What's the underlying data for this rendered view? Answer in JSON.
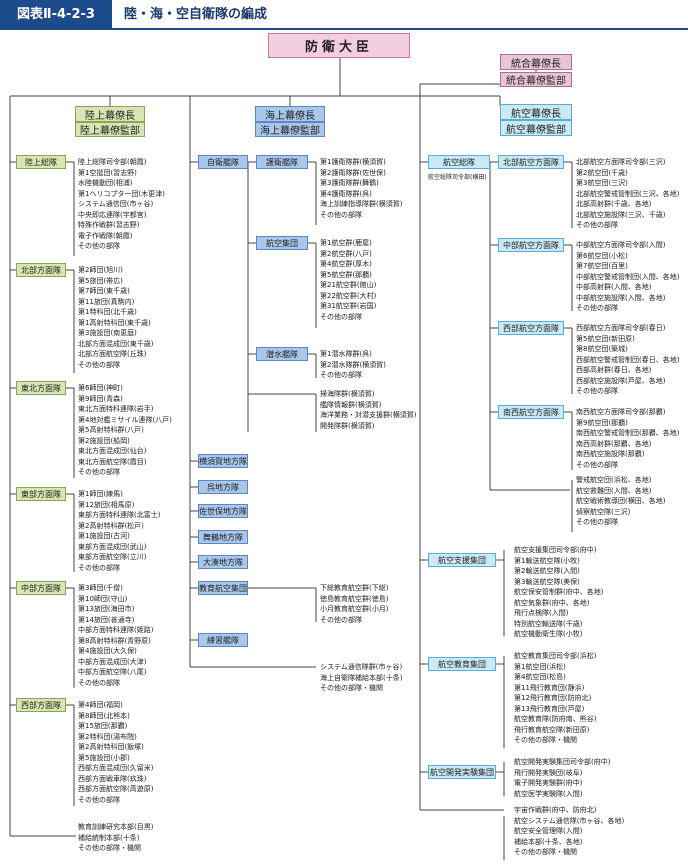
{
  "header": {
    "tag": "図表Ⅱ-4-2-3",
    "title": "陸・海・空自衛隊の編成"
  },
  "minister": "防衛大臣",
  "joint": {
    "chief": "統合幕僚長",
    "staff": "統合幕僚監部"
  },
  "gsdf": {
    "chief": "陸上幕僚長",
    "staff": "陸上幕僚監部",
    "units": [
      {
        "label": "陸上総隊",
        "items": [
          "陸上総隊司令部(朝霞)",
          "第1空挺団(習志野)",
          "水陸機動団(相浦)",
          "第1ヘリコプター団(木更津)",
          "システム通信団(市ヶ谷)",
          "中央即応連隊(宇都宮)",
          "特殊作戦群(習志野)",
          "電子作戦隊(朝霞)",
          "その他の部隊"
        ]
      },
      {
        "label": "北部方面隊",
        "items": [
          "第2師団(旭川)",
          "第5旅団(帯広)",
          "第7師団(東千歳)",
          "第11旅団(真駒内)",
          "第1特科団(北千歳)",
          "第1高射特科団(東千歳)",
          "第3施設団(南恵庭)",
          "北部方面混成団(東千歳)",
          "北部方面航空隊(丘珠)",
          "その他の部隊"
        ]
      },
      {
        "label": "東北方面隊",
        "items": [
          "第6師団(神町)",
          "第9師団(青森)",
          "東北方面特科連隊(岩手)",
          "第4地対艦ミサイル連隊(八戸)",
          "第5高射特科群(八戸)",
          "第2施設団(船岡)",
          "東北方面混成団(仙台)",
          "東北方面航空隊(霞目)",
          "その他の部隊"
        ]
      },
      {
        "label": "東部方面隊",
        "items": [
          "第1師団(練馬)",
          "第12旅団(相馬原)",
          "東部方面特科連隊(北富士)",
          "第2高射特科群(松戸)",
          "第1施設団(古河)",
          "東部方面混成団(武山)",
          "東部方面航空隊(立川)",
          "その他の部隊"
        ]
      },
      {
        "label": "中部方面隊",
        "items": [
          "第3師団(千僧)",
          "第10師団(守山)",
          "第13旅団(海田市)",
          "第14旅団(善通寺)",
          "中部方面特科連隊(姫路)",
          "第8高射特科群(青野原)",
          "第4施設団(大久保)",
          "中部方面混成団(大津)",
          "中部方面航空隊(八尾)",
          "その他の部隊"
        ]
      },
      {
        "label": "西部方面隊",
        "items": [
          "第4師団(福岡)",
          "第8師団(北熊本)",
          "第15旅団(那覇)",
          "第2特科団(湯布院)",
          "第2高射特科団(飯塚)",
          "第5施設団(小郡)",
          "西部方面混成団(久留米)",
          "西部方面戦車隊(玖珠)",
          "西部方面航空隊(高遊原)",
          "その他の部隊"
        ]
      }
    ],
    "tail": [
      "教育訓練研究本部(目黒)",
      "補給統制本部(十条)",
      "その他の部隊・機関"
    ]
  },
  "msdf": {
    "chief": "海上幕僚長",
    "staff": "海上幕僚監部",
    "fleet": "自衛艦隊",
    "fleet_groups": [
      {
        "label": "護衛艦隊",
        "items": [
          "第1護衛隊群(横須賀)",
          "第2護衛隊群(佐世保)",
          "第3護衛隊群(舞鶴)",
          "第4護衛隊群(呉)",
          "海上訓練指導隊群(横須賀)",
          "その他の部隊"
        ]
      },
      {
        "label": "航空集団",
        "items": [
          "第1航空群(鹿屋)",
          "第2航空群(八戸)",
          "第4航空群(厚木)",
          "第5航空群(那覇)",
          "第21航空群(館山)",
          "第22航空群(大村)",
          "第31航空群(岩国)",
          "その他の部隊"
        ]
      },
      {
        "label": "潜水艦隊",
        "items": [
          "第1潜水隊群(呉)",
          "第2潜水隊群(横須賀)",
          "その他の部隊"
        ]
      }
    ],
    "fleet_tail": [
      "掃海隊群(横須賀)",
      "艦隊情報群(横須賀)",
      "海洋業務・対潜支援群(横須賀)",
      "開発隊群(横須賀)"
    ],
    "districts": [
      "横須賀地方隊",
      "呉地方隊",
      "佐世保地方隊",
      "舞鶴地方隊",
      "大湊地方隊"
    ],
    "training_air": {
      "label": "教育航空集団",
      "items": [
        "下総教育航空群(下総)",
        "徳島教育航空群(徳島)",
        "小月教育航空群(小月)",
        "その他の部隊"
      ]
    },
    "training_fleet": "練習艦隊",
    "tail": [
      "システム通信隊群(市ヶ谷)",
      "海上自衛隊補給本部(十条)",
      "その他の部隊・機関"
    ]
  },
  "asdf": {
    "chief": "航空幕僚長",
    "staff": "航空幕僚監部",
    "air_defense": "航空総隊",
    "air_defense_sub": "航空総隊司令部(横田)",
    "forces": [
      {
        "label": "北部航空方面隊",
        "items": [
          "北部航空方面隊司令部(三沢)",
          "第2航空団(千歳)",
          "第3航空団(三沢)",
          "北部航空警戒管制団(三沢、各地)",
          "北部高射群(千歳、各地)",
          "北部航空施設隊(三沢、千歳)",
          "その他の部隊"
        ]
      },
      {
        "label": "中部航空方面隊",
        "items": [
          "中部航空方面隊司令部(入間)",
          "第6航空団(小松)",
          "第7航空団(百里)",
          "中部航空警戒管制団(入間、各地)",
          "中部高射群(入間、各地)",
          "中部航空施設隊(入間、各地)",
          "その他の部隊"
        ]
      },
      {
        "label": "西部航空方面隊",
        "items": [
          "西部航空方面隊司令部(春日)",
          "第5航空団(新田原)",
          "第8航空団(築城)",
          "西部航空警戒管制団(春日、各地)",
          "西部高射群(春日、各地)",
          "西部航空施設隊(芦屋、各地)",
          "その他の部隊"
        ]
      },
      {
        "label": "南西航空方面隊",
        "items": [
          "南西航空方面隊司令部(那覇)",
          "第9航空団(那覇)",
          "南西航空警戒管制団(那覇、各地)",
          "南西高射群(那覇、各地)",
          "南西航空施設隊(那覇)",
          "その他の部隊"
        ]
      }
    ],
    "force_tail": [
      "警戒航空団(浜松、各地)",
      "航空救難団(入間、各地)",
      "航空戦術教導団(横田、各地)",
      "偵察航空隊(三沢)",
      "その他の部隊"
    ],
    "support": {
      "label": "航空支援集団",
      "items": [
        "航空支援集団司令部(府中)",
        "第1輸送航空隊(小牧)",
        "第2輸送航空隊(入間)",
        "第3輸送航空隊(美保)",
        "航空保安管制群(府中、各地)",
        "航空気象群(府中、各地)",
        "飛行点検隊(入間)",
        "特別航空輸送隊(千歳)",
        "航空機動衛生隊(小牧)"
      ]
    },
    "training": {
      "label": "航空教育集団",
      "items": [
        "航空教育集団司令部(浜松)",
        "第1航空団(浜松)",
        "第4航空団(松島)",
        "第11飛行教育団(静浜)",
        "第12飛行教育団(防府北)",
        "第13飛行教育団(芦屋)",
        "航空教育隊(防府南、熊谷)",
        "飛行教育航空隊(新田原)",
        "その他の部隊・機関"
      ]
    },
    "dev": {
      "label": "航空開発実験集団",
      "items": [
        "航空開発実験集団司令部(府中)",
        "飛行開発実験団(岐阜)",
        "電子開発実験群(府中)",
        "航空医学実験隊(入間)"
      ]
    },
    "tail": [
      "宇宙作戦群(府中、防府北)",
      "航空システム通信隊(市ヶ谷、各地)",
      "航空安全管理隊(入間)",
      "補給本部(十条、各地)",
      "その他の部隊・機関"
    ]
  }
}
